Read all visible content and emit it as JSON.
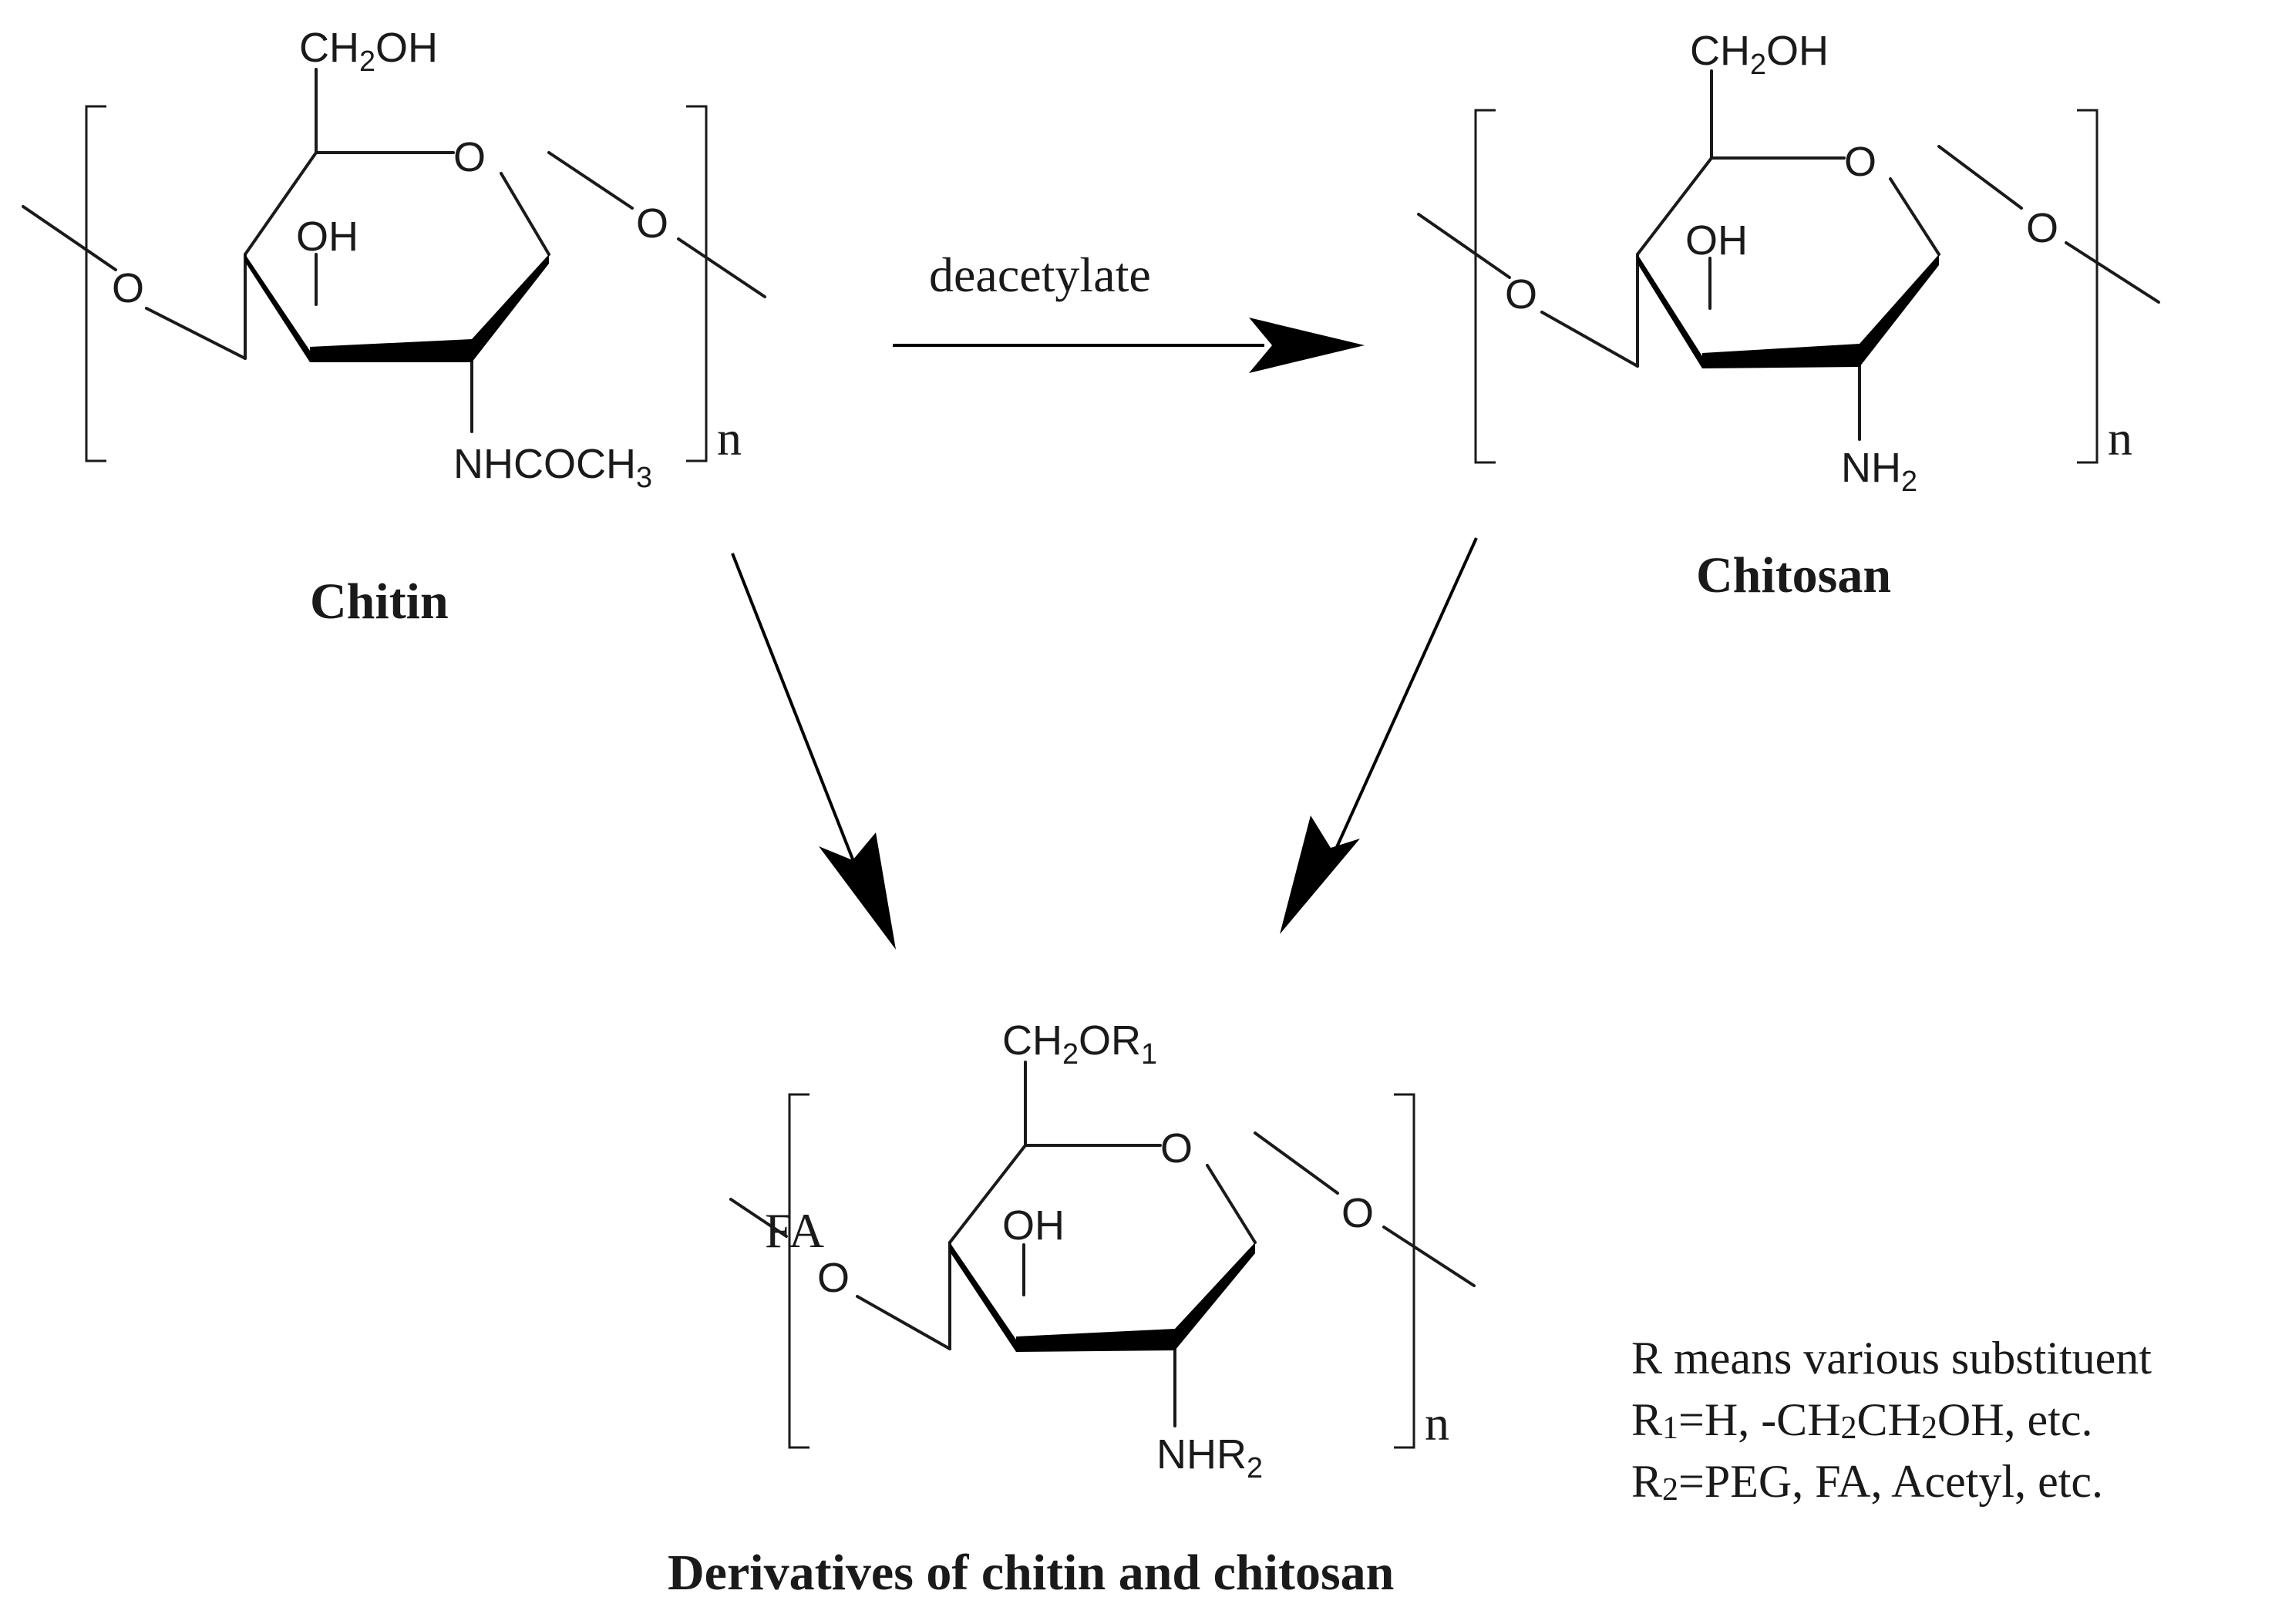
{
  "colors": {
    "ink": "#1a1a1a",
    "background": "#ffffff"
  },
  "chitin": {
    "ch2oh": "CH",
    "ch2oh_sub": "2",
    "ch2oh_tail": "OH",
    "ring_o": "O",
    "oh": "OH",
    "left_o": "O",
    "right_o": "O",
    "nhcoch3": "NHCOCH",
    "nhcoch3_sub": "3",
    "repeat": "n",
    "name": "Chitin"
  },
  "reaction": {
    "label": "deacetylate"
  },
  "chitosan": {
    "ch2oh": "CH",
    "ch2oh_sub": "2",
    "ch2oh_tail": "OH",
    "ring_o": "O",
    "oh": "OH",
    "left_o": "O",
    "right_o": "O",
    "nh2": "NH",
    "nh2_sub": "2",
    "repeat": "n",
    "name": "Chitosan"
  },
  "derivative": {
    "ch2or1": "CH",
    "ch2or1_sub": "2",
    "ch2or1_mid": "OR",
    "ch2or1_sub2": "1",
    "ring_o": "O",
    "oh": "OH",
    "left_o": "O",
    "right_o": "O",
    "fa": "FA",
    "nhr2": "NHR",
    "nhr2_sub": "2",
    "repeat": "n",
    "name": "Derivatives of chitin and chitosan"
  },
  "notes": {
    "line1": "R means various substituent",
    "line2_a": "R",
    "line2_sub": "1",
    "line2_b": "=H, -CH",
    "line2_sub2": "2",
    "line2_c": "CH",
    "line2_sub3": "2",
    "line2_d": "OH, etc.",
    "line3_a": "R",
    "line3_sub": "2",
    "line3_b": "=PEG, FA, Acetyl, etc."
  }
}
